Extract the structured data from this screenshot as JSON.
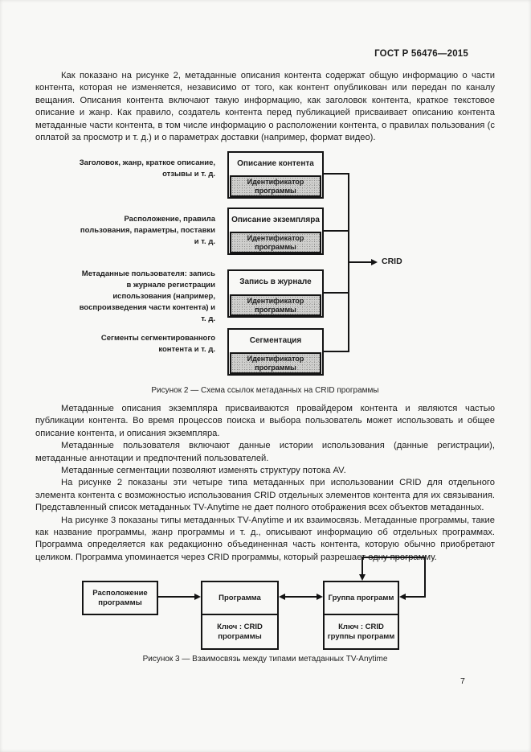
{
  "page": {
    "header": "ГОСТ Р 56476—2015",
    "page_number": "7"
  },
  "colors": {
    "page_background": "#f8f8f6",
    "ink": "#141414",
    "identifier_box_fill": "#cfcfcd"
  },
  "paragraphs": {
    "p1": "Как показано на рисунке 2, метаданные описания контента содержат общую информацию о части контента, которая не изменяется, независимо от того, как контент опубликован или передан по каналу вещания. Описания контента включают такую информацию, как заголовок контента, краткое текстовое описание и жанр. Как правило, создатель контента перед публикацией присваивает описанию контента метаданные части контента, в том числе информацию о расположении контента, о правилах пользования (с оплатой за просмотр и т. д.) и о параметрах доставки (например, формат видео).",
    "p2": "Метаданные описания экземпляра присваиваются провайдером контента и являются частью публикации контента. Во время процессов поиска и выбора пользователь может использовать и общее описание контента, и описания экземпляра.",
    "p3": "Метаданные пользователя включают данные истории использования (данные регистрации), метаданные аннотации и предпочтений пользователей.",
    "p4": "Метаданные сегментации позволяют изменять структуру потока AV.",
    "p5": "На рисунке 2 показаны эти четыре типа метаданных при использовании CRID для отдельного элемента контента с возможностью использования CRID отдельных элементов контента для их связывания. Представленный список метаданных TV-Anytime не дает полного отображения всех объектов метаданных.",
    "p6": "На рисунке 3 показаны типы метаданных TV-Anytime и их взаимосвязь. Метаданные программы, такие как название программы, жанр программы и т. д., описывают информацию об отдельных программах. Программа определяется как редакционно объединенная часть контента, которую обычно приобретают целиком. Программа упоминается через CRID программы, который разрешает одну программу."
  },
  "figure2": {
    "caption": "Рисунок 2 — Схема ссылок метаданных на CRID программы",
    "crid_label": "CRID",
    "rows": [
      {
        "label": "Заголовок, жанр, краткое описание, отзывы и т. д.",
        "title": "Описание контента",
        "id_label": "Идентификатор программы"
      },
      {
        "label": "Расположение, правила пользования, параметры, поставки и т. д.",
        "title": "Описание экземпляра",
        "id_label": "Идентификатор программы"
      },
      {
        "label": "Метаданные пользователя: запись в журнале регистрации использования (например, воспроизведения части контента) и т. д.",
        "title": "Запись в журнале",
        "id_label": "Идентификатор программы"
      },
      {
        "label": "Сегменты сегментированного контента и т. д.",
        "title": "Сегментация",
        "id_label": "Идентификатор программы"
      }
    ]
  },
  "figure3": {
    "caption": "Рисунок 3 — Взаимосвязь между типами метаданных TV-Anytime",
    "box_location": "Расположение программы",
    "box_program_title": "Программа",
    "box_program_key": "Ключ : CRID программы",
    "box_group_title": "Группа программ",
    "box_group_key": "Ключ : CRID группы программ"
  }
}
